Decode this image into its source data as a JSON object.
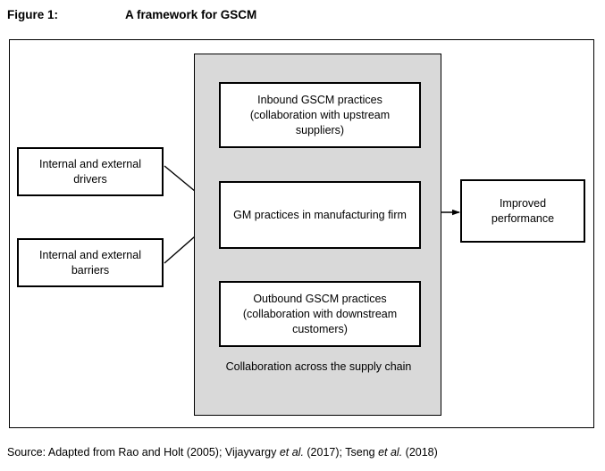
{
  "figure": {
    "label": "Figure 1:",
    "title": "A framework for GSCM"
  },
  "diagram": {
    "panel_label": "Collaboration across the supply chain",
    "panel_color": "#d9d9d9",
    "border_color": "#000000",
    "background_color": "#ffffff",
    "nodes": [
      {
        "id": "inbound",
        "label": "Inbound GSCM practices (collaboration with upstream suppliers)"
      },
      {
        "id": "gm",
        "label": "GM practices in manufacturing firm"
      },
      {
        "id": "outbound",
        "label": "Outbound GSCM practices (collaboration with downstream customers)"
      },
      {
        "id": "drivers",
        "label": "Internal and external drivers"
      },
      {
        "id": "barriers",
        "label": "Internal and external barriers"
      },
      {
        "id": "performance",
        "label": "Improved performance"
      }
    ],
    "connectors": [
      {
        "id": "drivers-to-gm",
        "from": "drivers",
        "to": "gm",
        "style": "single-arrow"
      },
      {
        "id": "barriers-to-gm",
        "from": "barriers",
        "to": "gm",
        "style": "single-arrow"
      },
      {
        "id": "inbound-gm",
        "from": "inbound",
        "to": "gm",
        "style": "double-arrow"
      },
      {
        "id": "gm-outbound",
        "from": "gm",
        "to": "outbound",
        "style": "double-arrow"
      },
      {
        "id": "gm-to-performance",
        "from": "gm",
        "to": "performance",
        "style": "single-arrow"
      }
    ]
  },
  "source": {
    "prefix": "Source: Adapted from Rao and Holt (2005); Vijayvargy ",
    "italic_1": "et al.",
    "middle": " (2017); Tseng ",
    "italic_2": "et al.",
    "suffix": " (2018)"
  }
}
